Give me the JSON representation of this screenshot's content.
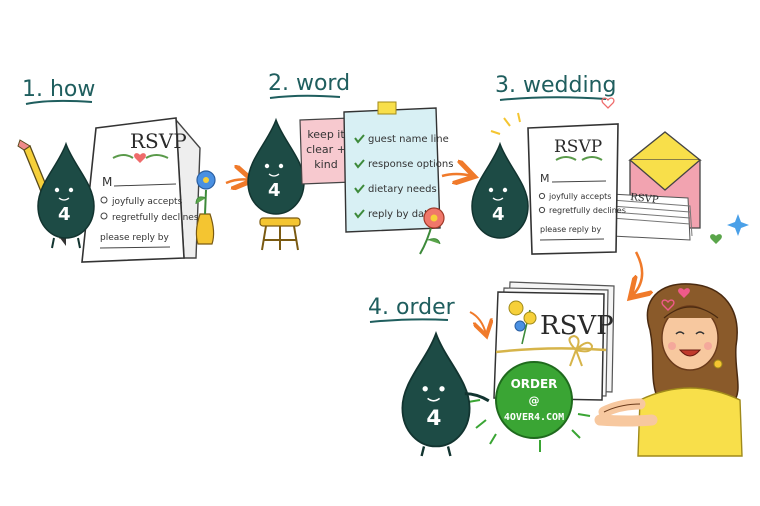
{
  "steps": [
    {
      "label": "1. how"
    },
    {
      "label": "2. word"
    },
    {
      "label": "3. wedding"
    },
    {
      "label": "4. order"
    }
  ],
  "card1": {
    "title": "RSVP",
    "name_line": "M",
    "option_accept": "joyfully accepts",
    "option_decline": "regretfully declines",
    "reply_by": "please reply by"
  },
  "mascot": {
    "number": "4"
  },
  "note_pink": {
    "line1": "keep it",
    "line2": "clear +",
    "line3": "kind"
  },
  "checklist": {
    "items": [
      "guest name line",
      "response options",
      "dietary needs",
      "reply by date"
    ]
  },
  "card3": {
    "title": "RSVP",
    "name_line": "M",
    "option_accept": "joyfully accepts",
    "option_decline": "regretfully declines",
    "reply_by": "please reply by",
    "stack_label": "RSVP"
  },
  "stack4": {
    "title": "RSVP"
  },
  "order_badge": {
    "line1": "ORDER",
    "line2": "@",
    "line3": "4OVER4.COM"
  },
  "colors": {
    "teal": "#1f5e5e",
    "mascot": "#1d4b45",
    "orange_arrow": "#f07a2a",
    "green_badge": "#3aa534",
    "note_pink": "#f7c9cf",
    "note_blue": "#d8f0f4",
    "envelope_pink": "#f2a3b0",
    "envelope_yellow": "#f8df4a"
  },
  "icons": [
    "pencil-icon",
    "flower-icon",
    "heart-icon",
    "sparkle-icon",
    "checkmark-icon",
    "arrow-icon",
    "ribbon-icon"
  ]
}
